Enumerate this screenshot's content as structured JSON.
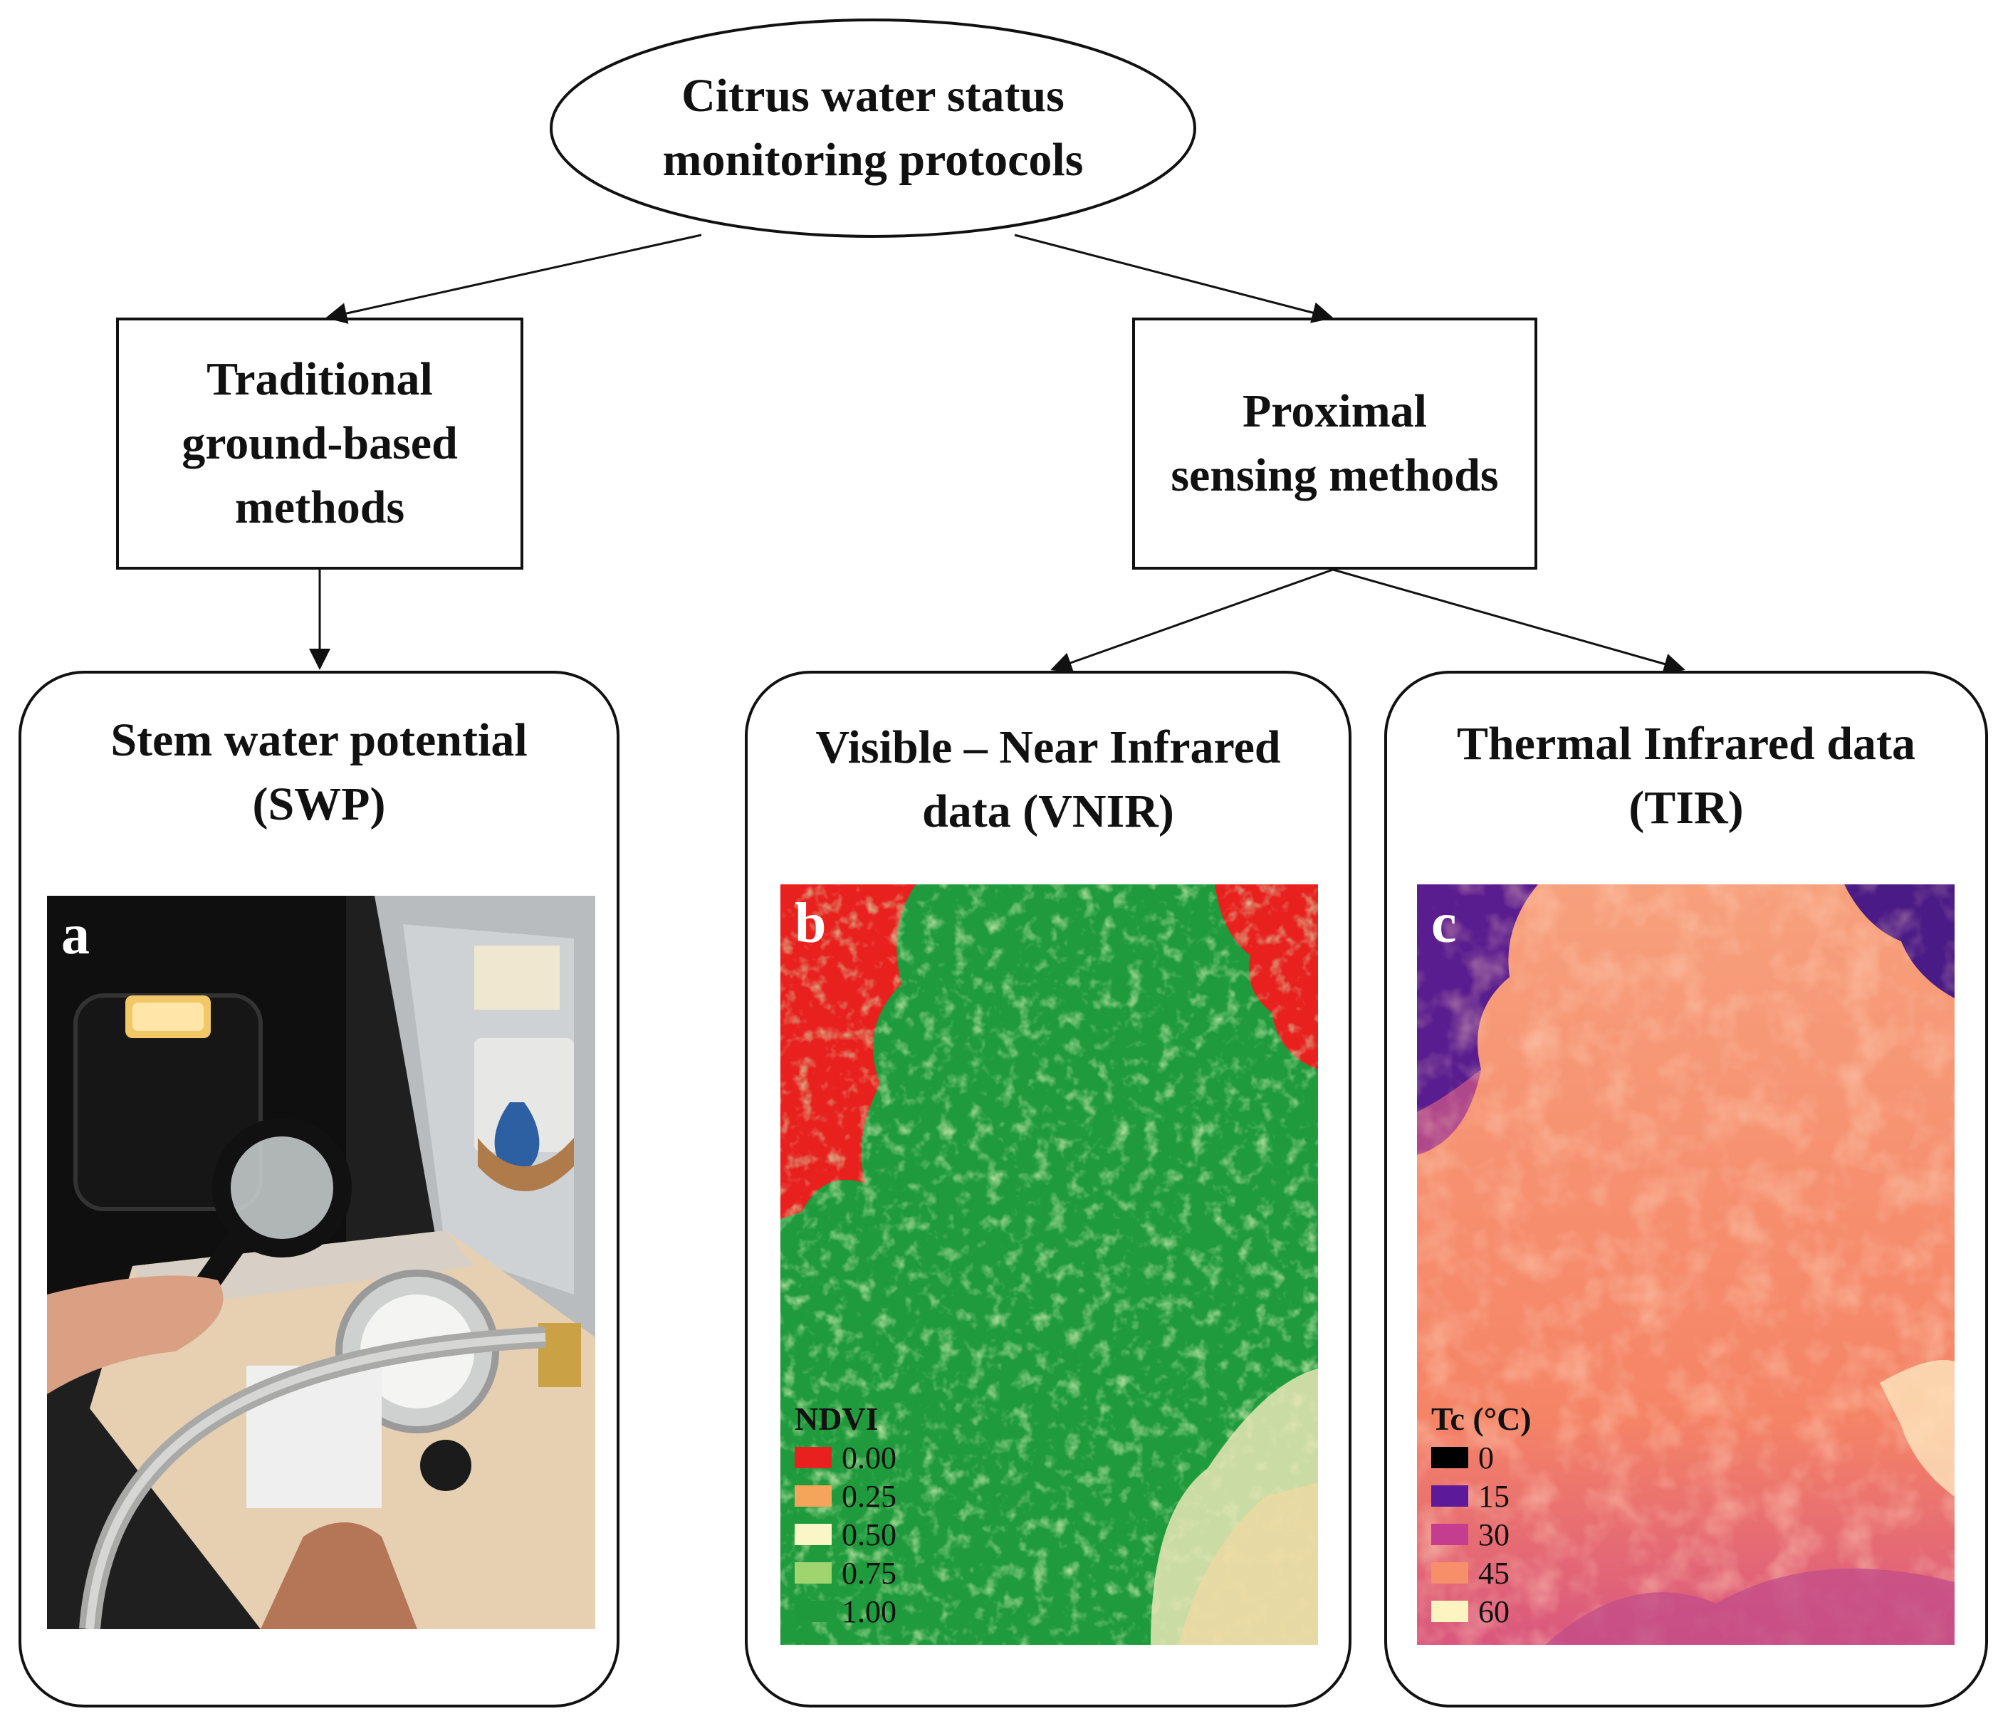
{
  "root": {
    "label_line1": "Citrus water status",
    "label_line2": "monitoring protocols"
  },
  "branches": [
    {
      "label_lines": [
        "Traditional",
        "ground-based",
        "methods"
      ]
    },
    {
      "label_lines": [
        "Proximal",
        "sensing methods"
      ]
    }
  ],
  "cards": [
    {
      "title_lines": [
        "Stem water potential",
        "(SWP)"
      ],
      "panel_letter": "a"
    },
    {
      "title_lines": [
        "Visible – Near Infrared",
        "data (VNIR)"
      ],
      "panel_letter": "b",
      "legend": {
        "title": "NDVI",
        "items": [
          {
            "label": "0.00",
            "color": "#e8211f"
          },
          {
            "label": "0.25",
            "color": "#f5a45c"
          },
          {
            "label": "0.50",
            "color": "#fbf6c8"
          },
          {
            "label": "0.75",
            "color": "#9fd46f"
          },
          {
            "label": "1.00",
            "color": "#1e9a3d"
          }
        ]
      }
    },
    {
      "title_lines": [
        "Thermal Infrared data",
        "(TIR)"
      ],
      "panel_letter": "c",
      "legend": {
        "title": "Tc (°C)",
        "items": [
          {
            "label": "0",
            "color": "#000000"
          },
          {
            "label": "15",
            "color": "#5c1a9a"
          },
          {
            "label": "30",
            "color": "#c43d8e"
          },
          {
            "label": "45",
            "color": "#f68f6a"
          },
          {
            "label": "60",
            "color": "#fdf4c2"
          }
        ]
      }
    }
  ]
}
